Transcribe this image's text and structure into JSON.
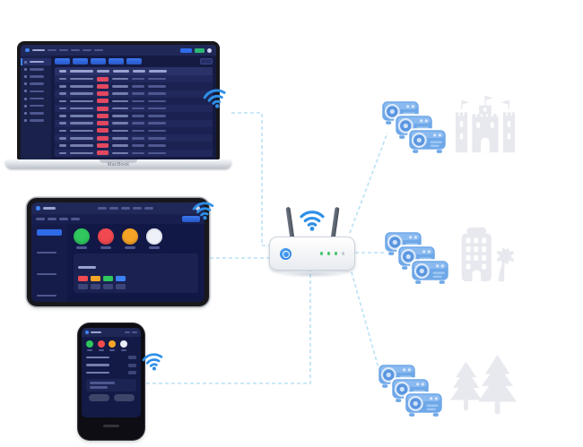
{
  "laptop": {
    "label": "MacBook"
  },
  "tablet": {
    "scene_buttons": [
      {
        "name": "green",
        "color": "#2fc75e"
      },
      {
        "name": "red",
        "color": "#f1494f"
      },
      {
        "name": "orange",
        "color": "#f6a426"
      },
      {
        "name": "white",
        "color": "#eef1f7"
      }
    ]
  },
  "phone": {
    "status_dots": [
      {
        "name": "green",
        "color": "#2fc75e"
      },
      {
        "name": "red",
        "color": "#f1494f"
      },
      {
        "name": "orange",
        "color": "#f6a426"
      },
      {
        "name": "white",
        "color": "#e8ecf4"
      }
    ]
  },
  "router": {
    "antenna_count": 2,
    "led_colors": [
      "#46c56d",
      "#46c56d",
      "#46c56d",
      "#c3cad5"
    ]
  },
  "wifi_links": [
    "laptop-to-router",
    "tablet-to-router",
    "phone-to-router"
  ],
  "projector_groups": [
    {
      "scene": "castle",
      "projector_count": 3
    },
    {
      "scene": "building-with-palm-tree",
      "projector_count": 3
    },
    {
      "scene": "trees",
      "projector_count": 3
    }
  ],
  "colors": {
    "wifi_icon": "#2f8fe8",
    "connector_line": "#b9e1f6",
    "projector_body": "#6fa8e8",
    "device_screen_bg": "#141a41",
    "accent_blue": "#2e6be8",
    "table_badge_red": "#e2485f",
    "scene_silhouette": "#e8e9ee"
  }
}
